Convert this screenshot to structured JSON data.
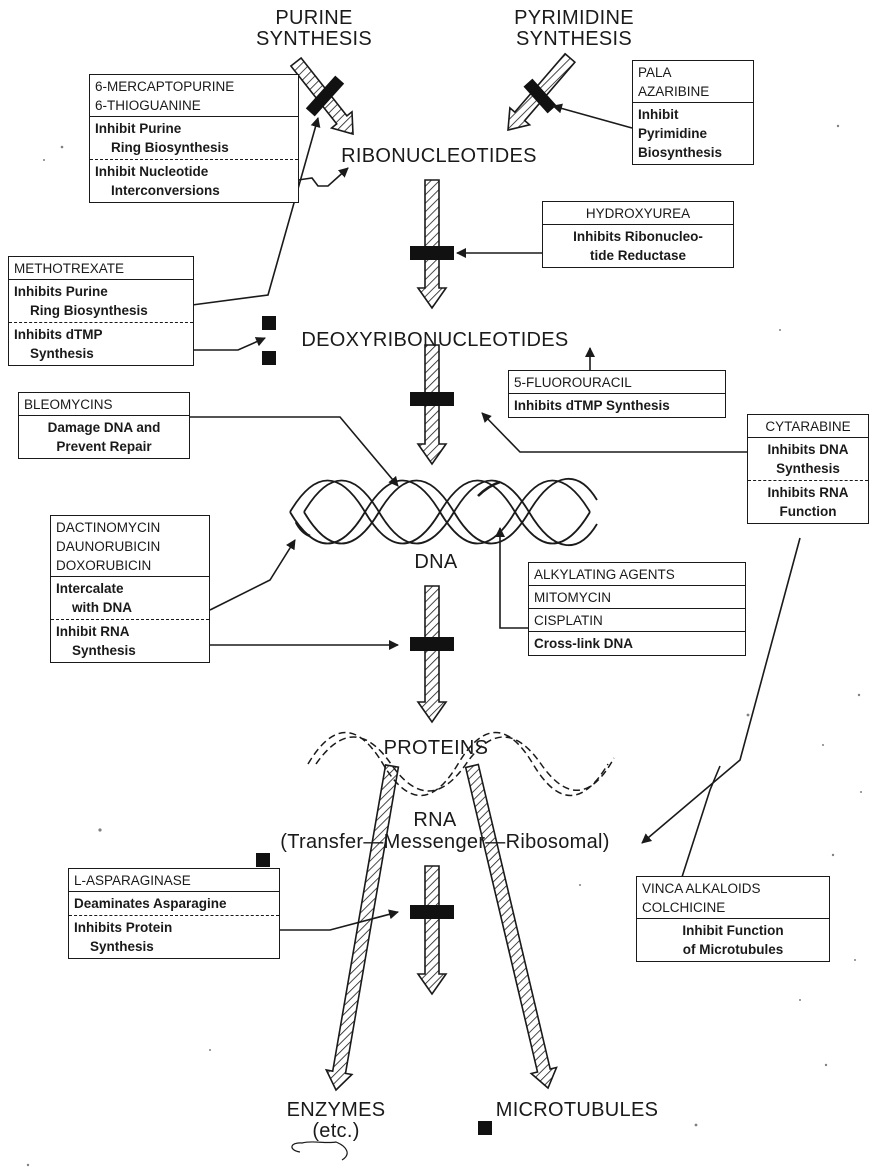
{
  "labels": {
    "purine_synthesis": [
      "PURINE",
      "SYNTHESIS"
    ],
    "pyrimidine_synthesis": [
      "PYRIMIDINE",
      "SYNTHESIS"
    ],
    "ribonucleotides": "RIBONUCLEOTIDES",
    "deoxyribonucleotides": "DEOXYRIBONUCLEOTIDES",
    "dna": "DNA",
    "rna": "RNA",
    "rna_types": "(Transfer—Messenger—Ribosomal)",
    "proteins": "PROTEINS",
    "enzymes": [
      "ENZYMES",
      "(etc.)"
    ],
    "microtubules": "MICROTUBULES"
  },
  "drug_boxes": {
    "mercaptopurine": {
      "names": [
        "6-MERCAPTOPURINE",
        "6-THIOGUANINE"
      ],
      "actions": [
        [
          "Inhibit Purine",
          "Ring Biosynthesis"
        ],
        [
          "Inhibit Nucleotide",
          "Interconversions"
        ]
      ]
    },
    "pala": {
      "names": [
        "PALA",
        "AZARIBINE"
      ],
      "actions": [
        [
          "Inhibit",
          "Pyrimidine",
          "Biosynthesis"
        ]
      ]
    },
    "hydroxyurea": {
      "names": [
        "HYDROXYUREA"
      ],
      "actions": [
        [
          "Inhibits Ribonucleo-",
          "tide Reductase"
        ]
      ]
    },
    "methotrexate": {
      "names": [
        "METHOTREXATE"
      ],
      "actions": [
        [
          "Inhibits Purine",
          "Ring Biosynthesis"
        ],
        [
          "Inhibits dTMP",
          "Synthesis"
        ]
      ]
    },
    "fluorouracil": {
      "names": [
        "5-FLUOROURACIL"
      ],
      "actions": [
        [
          "Inhibits dTMP Synthesis"
        ]
      ]
    },
    "bleomycins": {
      "names": [
        "BLEOMYCINS"
      ],
      "actions": [
        [
          "Damage DNA and",
          "Prevent Repair"
        ]
      ]
    },
    "cytarabine": {
      "names": [
        "CYTARABINE"
      ],
      "actions": [
        [
          "Inhibits DNA",
          "Synthesis"
        ],
        [
          "Inhibits RNA",
          "Function"
        ]
      ]
    },
    "dactinomycin": {
      "names": [
        "DACTINOMYCIN",
        "DAUNORUBICIN",
        "DOXORUBICIN"
      ],
      "actions": [
        [
          "Intercalate",
          "with DNA"
        ],
        [
          "Inhibit RNA",
          "Synthesis"
        ]
      ]
    },
    "alkylating": {
      "names": [
        "ALKYLATING AGENTS",
        "MITOMYCIN",
        "CISPLATIN"
      ],
      "actions": [
        [
          "Cross-link DNA"
        ]
      ]
    },
    "asparaginase": {
      "names": [
        "L-ASPARAGINASE"
      ],
      "actions": [
        [
          "Deaminates Asparagine"
        ],
        [
          "Inhibits Protein",
          "Synthesis"
        ]
      ]
    },
    "vinca": {
      "names": [
        "VINCA ALKALOIDS",
        "COLCHICINE"
      ],
      "actions": [
        [
          "Inhibit Function",
          "of Microtubules"
        ]
      ]
    }
  },
  "colors": {
    "ink": "#1a1a1a",
    "background": "#ffffff"
  }
}
